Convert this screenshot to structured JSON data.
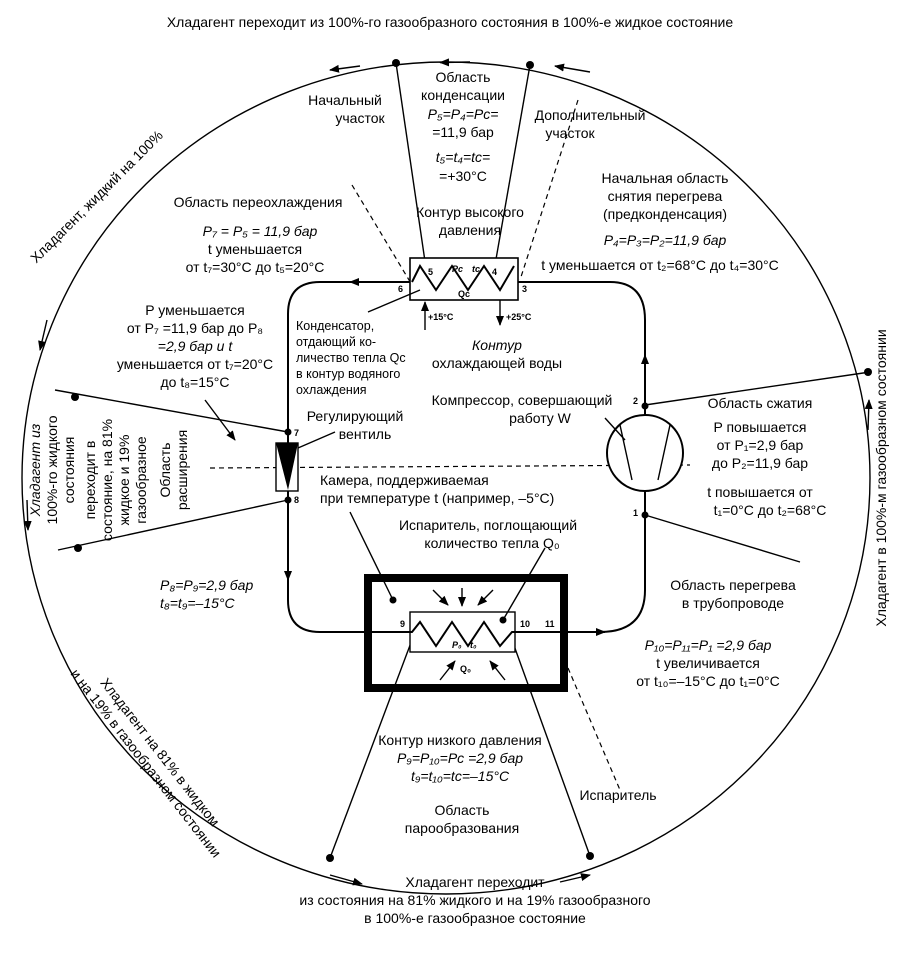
{
  "top_caption": "Хладагент переходит из 100%-го газообразного состояния в 100%-е жидкое состояние",
  "left_arc_label": "Хладагент, жидкий на 100%",
  "right_arc_label": "Хладагент в 100%-м газообразном состоянии",
  "bottom_left_arc_label": [
    "Хладагент на 81% в жидком",
    "и на 19% в газообразном состоянии"
  ],
  "bottom_caption": [
    "Хладагент переходит",
    "из состояния на 81% жидкого и на 19% газообразного",
    "в 100%-е газообразное состояние"
  ],
  "condensation": {
    "title": [
      "Область",
      "конденсации"
    ],
    "pressure": [
      "P₅=P₄=Pc=",
      "=11,9 бар"
    ],
    "temperature": [
      "t₅=t₄=tc=",
      "=+30°C"
    ],
    "initial_section": [
      "Начальный",
      "участок"
    ],
    "additional_section": [
      "Дополнительный",
      "участок"
    ],
    "high_pressure": [
      "Контур высокого",
      "давления"
    ]
  },
  "desuperheat": {
    "title": [
      "Начальная область",
      "снятия перегрева",
      "(предконденсация)"
    ],
    "pressure": "P₄=P₃=P₂=11,9 бар",
    "temperature": "t уменьшается от t₂=68°C до t₄=30°C"
  },
  "subcooling": {
    "title": "Область переохлаждения",
    "lines": [
      "P₇ = P₅ = 11,9 бар",
      "t уменьшается",
      "от t₇=30°C до t₅=20°C"
    ]
  },
  "expansion_text": [
    "P уменьшается",
    "от P₇ =11,9 бар до P₈",
    "=2,9 бар и t",
    "уменьшается от t₇=20°C",
    "до t₈=15°C"
  ],
  "condenser_label": [
    "Конденсатор,",
    "отдающий ко-",
    "личество тепла Qc",
    "в контур водяного",
    "охлаждения"
  ],
  "water_circuit": [
    "Контур",
    "охлаждающей воды"
  ],
  "water_in": "+15°C",
  "water_out": "+25°C",
  "condenser_inner": {
    "p": "Pc",
    "t": "tc",
    "q": "Qc"
  },
  "valve_label": [
    "Регулирующий",
    "вентиль"
  ],
  "left_vertical": {
    "outer": [
      "Хладагент из",
      "100%-го жидкого",
      "состояния"
    ],
    "inner": [
      "переходит в",
      "состояние, на 81%",
      "жидкое и 19%",
      "газообразное"
    ],
    "region": [
      "Область",
      "расширения"
    ]
  },
  "compressor_label": [
    "Компрессор, совершающий",
    "работу W"
  ],
  "compression": {
    "title": "Область сжатия",
    "lines": [
      "P повышается",
      "от P₁=2,9 бар",
      "до P₂=11,9 бар"
    ],
    "temp": [
      "t повышается от",
      "t₁=0°C до t₂=68°C"
    ]
  },
  "chamber_label": [
    "Камера, поддерживаемая",
    "при температуре t (например, –5°C)"
  ],
  "evaporator_label": [
    "Испаритель, поглощающий",
    "количество тепла Q₀"
  ],
  "evaporator_inner": {
    "p": "P₀",
    "t": "t₀",
    "q": "Q₀"
  },
  "p8": [
    "P₈=P₉=2,9 бар",
    "t₈=t₉=–15°C"
  ],
  "superheat": {
    "title": [
      "Область перегрева",
      "в трубопроводе"
    ],
    "lines": [
      "P₁₀=P₁₁=P₁ =2,9 бар",
      "t увеличивается",
      "от t₁₀=–15°C до t₁=0°C"
    ]
  },
  "low_pressure": [
    "Контур низкого давления",
    "P₉=P₁₀=Pc =2,9 бар",
    "t₉=t₁₀=tc=–15°C"
  ],
  "evaporator_pointer": "Испаритель",
  "vaporization": [
    "Область",
    "парообразования"
  ],
  "points": [
    "1",
    "2",
    "3",
    "4",
    "5",
    "6",
    "7",
    "8",
    "9",
    "10",
    "11"
  ]
}
